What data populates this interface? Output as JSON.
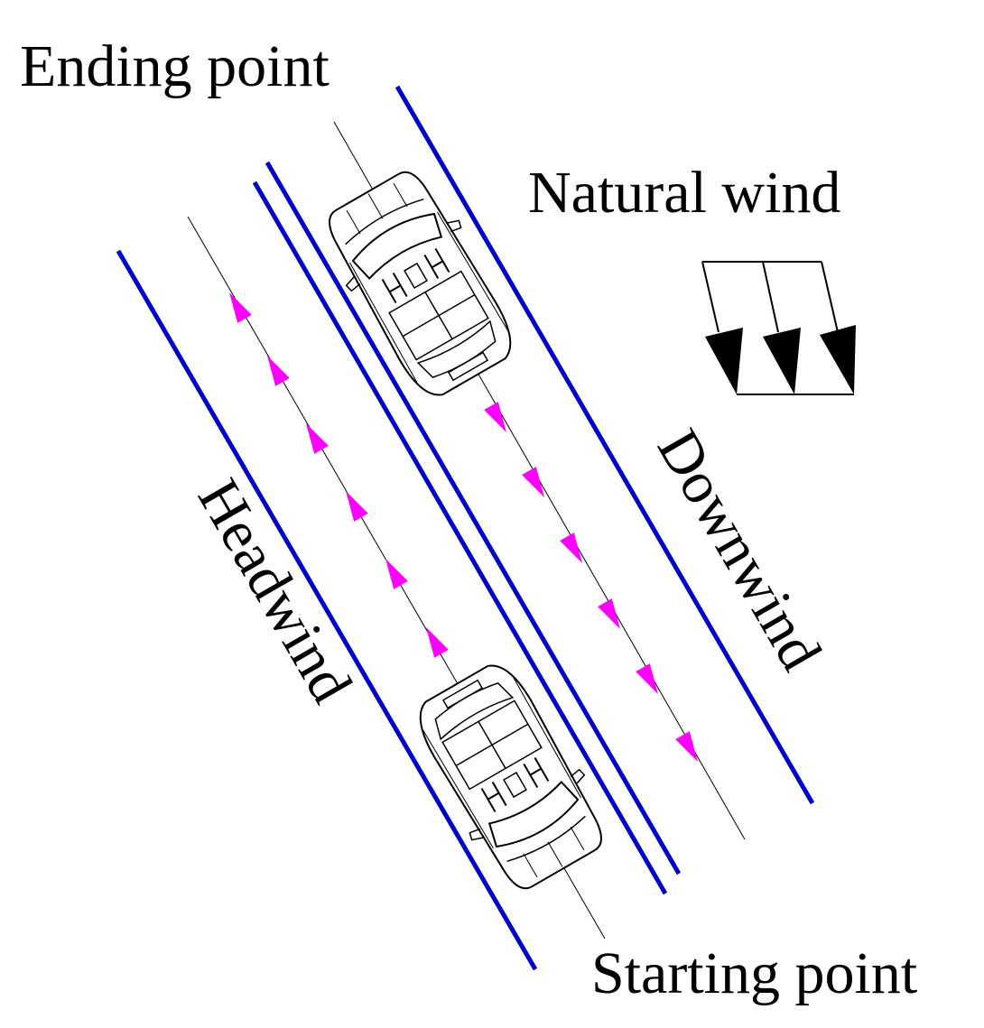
{
  "labels": {
    "ending_point": "Ending point",
    "natural_wind": "Natural wind",
    "headwind": "Headwind",
    "downwind": "Downwind",
    "starting_point": "Starting point"
  },
  "colors": {
    "road_line": "#0000cc",
    "trajectory_arrow": "#ff00ff",
    "ink": "#000000"
  },
  "icons": [
    "car-icon",
    "wind-arrow-icon",
    "trajectory-arrow-icon"
  ]
}
